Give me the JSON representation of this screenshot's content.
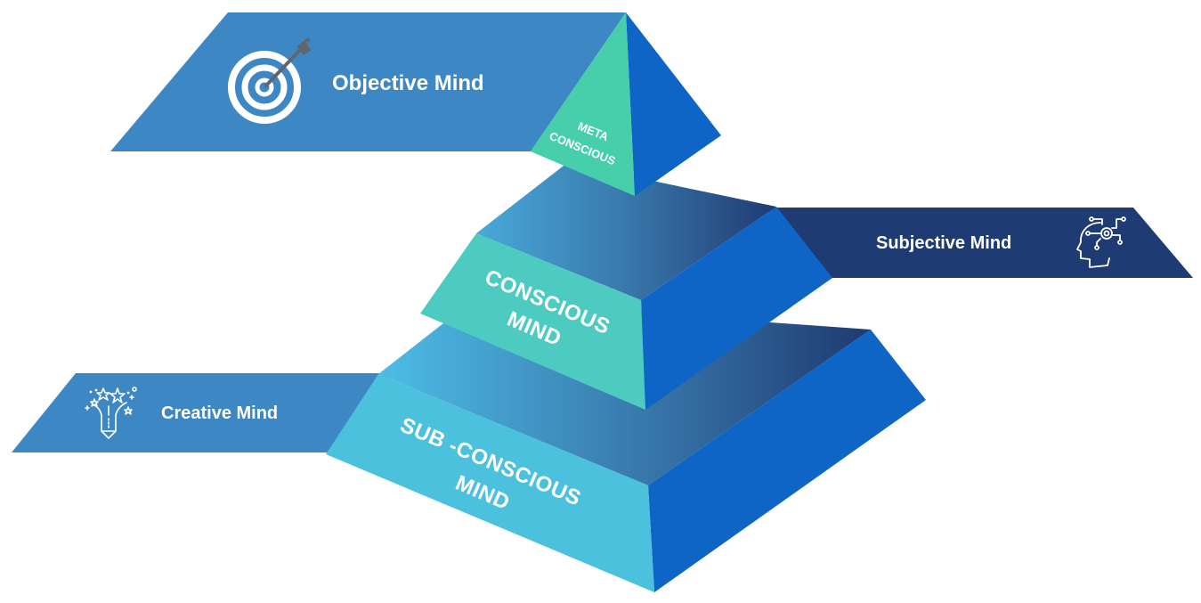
{
  "diagram": {
    "title": "Levels of the Mind Pyramid",
    "tiers": [
      {
        "id": "meta-conscious",
        "lines": [
          "META",
          "CONSCIOUS"
        ]
      },
      {
        "id": "conscious-mind",
        "lines": [
          "CONSCIOUS",
          "MIND"
        ]
      },
      {
        "id": "sub-conscious-mind",
        "lines": [
          "SUB -CONSCIOUS",
          "MIND"
        ]
      }
    ],
    "banners": [
      {
        "id": "objective-mind",
        "label": "Objective Mind",
        "icon": "target-arrow-icon",
        "linked_tier": "meta-conscious"
      },
      {
        "id": "subjective-mind",
        "label": "Subjective Mind",
        "icon": "head-gear-icon",
        "linked_tier": "conscious-mind"
      },
      {
        "id": "creative-mind",
        "label": "Creative Mind",
        "icon": "pencil-stars-icon",
        "linked_tier": "sub-conscious-mind"
      }
    ],
    "colors": {
      "objective_banner": "#3d87c4",
      "subjective_banner": "#1f3b73",
      "creative_banner": "#3d87c4",
      "teal_face": "#4ecbc0",
      "meta_face": "#47cfac",
      "sub_face": "#4cc1dd",
      "right_face": "#0e65c6",
      "top_face_light": "#4dbde6",
      "top_face_dark": "#1f3b73",
      "arrow": "#5f6670"
    }
  }
}
